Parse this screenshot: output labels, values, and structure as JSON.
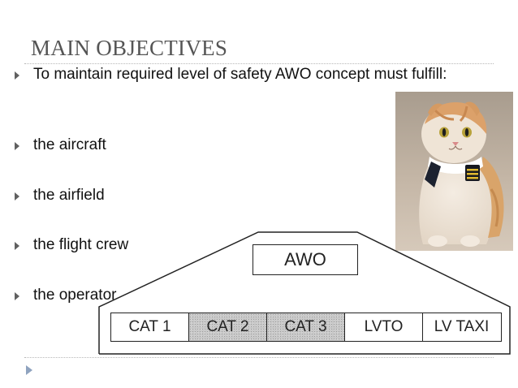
{
  "slide": {
    "title": "MAIN OBJECTIVES",
    "bullets": [
      "To maintain required level of safety AWO concept must fulfill:",
      "the aircraft",
      "the airfield",
      "the flight crew",
      "the operator"
    ]
  },
  "diagram": {
    "top_label": "AWO",
    "categories": [
      "CAT 1",
      "CAT 2",
      "CAT 3",
      "LVTO",
      "LV TAXI"
    ]
  },
  "colors": {
    "title": "#555555",
    "text": "#111111",
    "bullet_arrow": "#606060",
    "shaded_cell": "#c9c9c9",
    "nav_arrow": "#8fa3bf"
  }
}
